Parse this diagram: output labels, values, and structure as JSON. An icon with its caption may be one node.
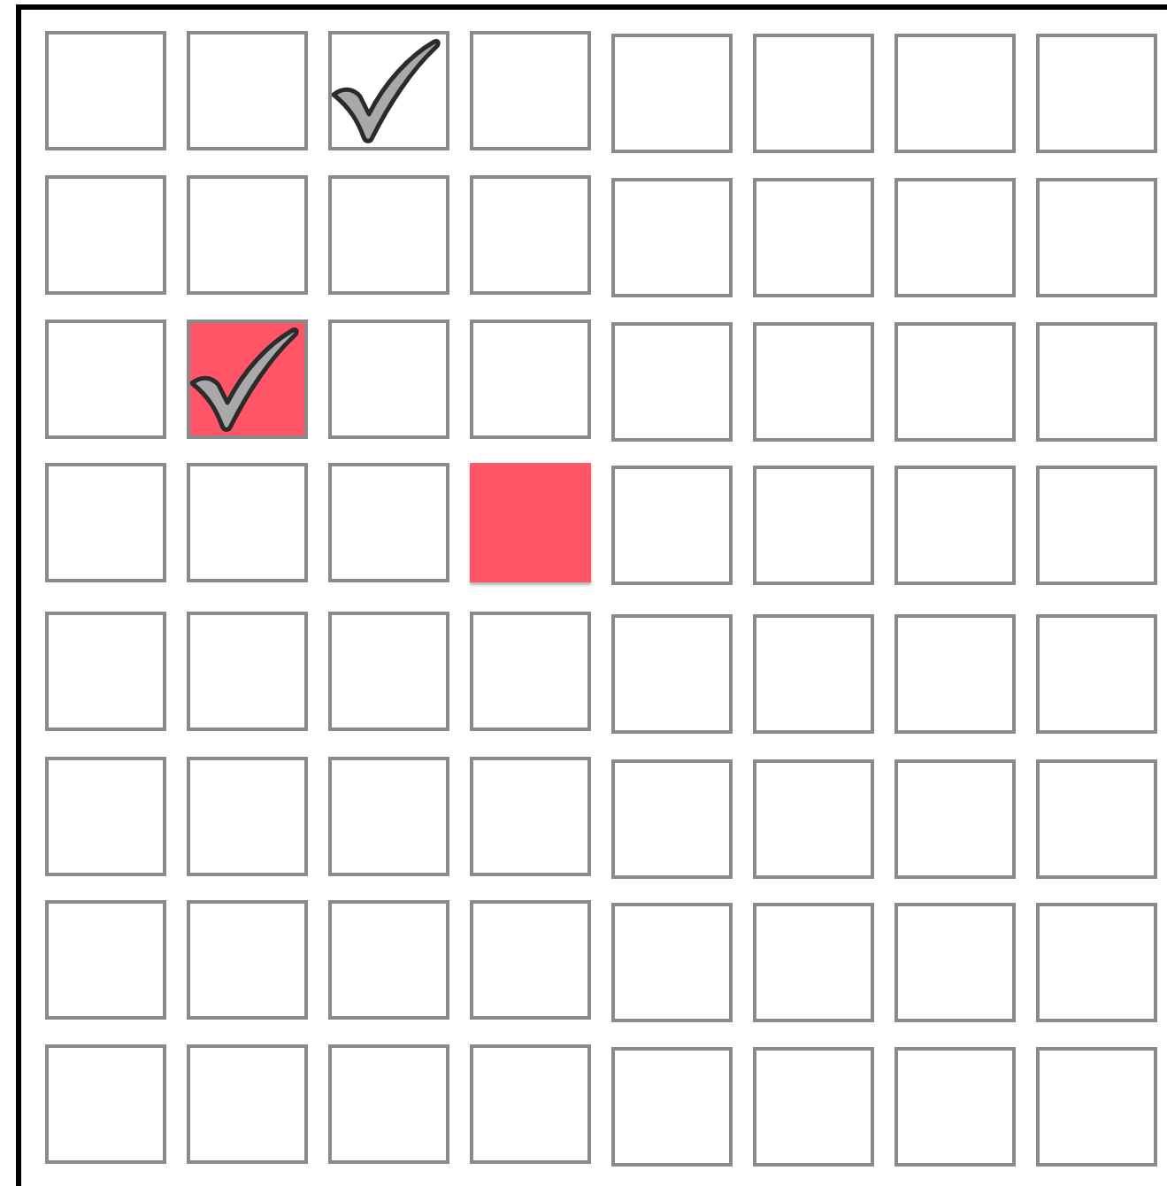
{
  "diagram": {
    "nodes": [
      {
        "text": [],
        "shape": "box"
      },
      {
        "text": [],
        "shape": "box"
      },
      {
        "text": [],
        "shape": "box"
      },
      {
        "text": [],
        "shape": "box"
      },
      {
        "text": [],
        "shape": "box"
      },
      {
        "text": [],
        "shape": "box"
      },
      {
        "text": [],
        "shape": "box"
      },
      {
        "text": [],
        "shape": "box"
      },
      {
        "text": [],
        "shape": "box"
      },
      {
        "text": [],
        "shape": "box"
      },
      {
        "text": [],
        "shape": "box"
      },
      {
        "text": [],
        "shape": "box"
      },
      {
        "text": [],
        "shape": "box"
      },
      {
        "text": [],
        "shape": "box"
      },
      {
        "text": [],
        "shape": "box"
      },
      {
        "text": [],
        "shape": "box"
      },
      {
        "text": [],
        "shape": "box"
      },
      {
        "text": [],
        "shape": "box"
      },
      {
        "text": [],
        "shape": "box"
      },
      {
        "text": [],
        "shape": "box"
      },
      {
        "text": [],
        "shape": "box"
      },
      {
        "text": [],
        "shape": "box"
      },
      {
        "text": [],
        "shape": "box"
      },
      {
        "text": [],
        "shape": "box"
      },
      {
        "text": [],
        "shape": "box"
      },
      {
        "text": [],
        "shape": "box"
      },
      {
        "text": [],
        "shape": "box"
      },
      {
        "text": [],
        "shape": "box"
      },
      {
        "text": [],
        "shape": "box"
      },
      {
        "text": [],
        "shape": "box"
      },
      {
        "text": [],
        "shape": "box"
      },
      {
        "text": [],
        "shape": "box"
      },
      {
        "text": [],
        "shape": "box"
      },
      {
        "text": [],
        "shape": "box"
      },
      {
        "text": [],
        "shape": "box"
      },
      {
        "text": [],
        "shape": "box"
      },
      {
        "text": [],
        "shape": "box"
      },
      {
        "text": [],
        "shape": "box"
      },
      {
        "text": [],
        "shape": "box"
      },
      {
        "text": [],
        "shape": "box"
      },
      {
        "text": [],
        "shape": "box"
      },
      {
        "text": [],
        "shape": "box"
      },
      {
        "text": [],
        "shape": "box"
      },
      {
        "text": [],
        "shape": "box"
      },
      {
        "text": [],
        "shape": "box"
      },
      {
        "text": [],
        "shape": "box"
      },
      {
        "text": [],
        "shape": "box"
      },
      {
        "text": [],
        "shape": "box"
      },
      {
        "text": [],
        "shape": "box"
      },
      {
        "text": [],
        "shape": "box"
      },
      {
        "text": [],
        "shape": "box"
      },
      {
        "text": [],
        "shape": "box"
      },
      {
        "text": [],
        "shape": "box"
      },
      {
        "text": [],
        "shape": "box"
      },
      {
        "text": [],
        "shape": "box"
      },
      {
        "text": [],
        "shape": "box"
      },
      {
        "text": [],
        "shape": "box"
      },
      {
        "text": [],
        "shape": "box"
      },
      {
        "text": [],
        "shape": "box"
      },
      {
        "text": [],
        "shape": "box"
      },
      {
        "text": [],
        "shape": "box"
      },
      {
        "text": [],
        "shape": "box"
      },
      {
        "text": [],
        "shape": "box"
      },
      {
        "text": [],
        "shape": "box"
      }
    ]
  }
}
